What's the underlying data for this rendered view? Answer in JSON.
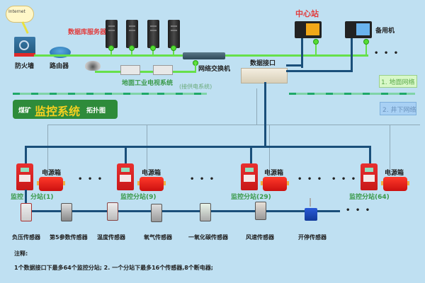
{
  "title": {
    "prefix": "煤矿",
    "main": "监控系统",
    "suffix": "拓扑图"
  },
  "legend": {
    "ground_network": "1. 地面网络",
    "underground_network": "2. 井下网络"
  },
  "surface": {
    "internet": "Internet",
    "firewall": "防火墙",
    "router": "路由器",
    "db_servers": "数据库服务器",
    "switch": "网络交换机",
    "cctv_system": "地面工业电视系统",
    "power_note": "(接供电系统)",
    "data_interface": "数据接口",
    "central_station": "中心站",
    "backup_machine": "备用机",
    "ellipsis": "• • •"
  },
  "substations": [
    {
      "label": "监控",
      "label2": "分站(1)",
      "power_box": "电源箱"
    },
    {
      "label": "监控分站(9)",
      "power_box": "电源箱"
    },
    {
      "label": "监控分站(29)",
      "power_box": "电源箱"
    },
    {
      "label": "监控分站(64)",
      "power_box": "电源箱"
    }
  ],
  "sensors": [
    {
      "label": "负压传感器"
    },
    {
      "label": "第5参数传感器"
    },
    {
      "label": "温度传感器"
    },
    {
      "label": "氧气传感器"
    },
    {
      "label": "一氧化碳传感器"
    },
    {
      "label": "风速传感器"
    },
    {
      "label": "开停传感器"
    }
  ],
  "notes": {
    "heading": "注释:",
    "line": "1个数据接口下最多64个监控分站;    2.  一个分站下最多16个传感器,8个断电器;"
  },
  "colors": {
    "background": "#bfe0f2",
    "ground_link": "#66e04a",
    "mine_link": "#1a4f7a",
    "title_bg": "#2e8b3a",
    "title_accent": "#f5d020",
    "station_red": "#d82020"
  }
}
